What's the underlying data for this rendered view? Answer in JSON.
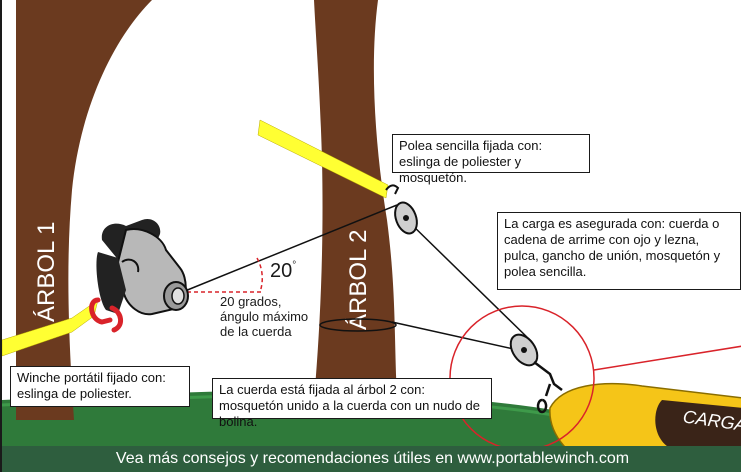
{
  "trees": {
    "tree1_label": "ÁRBOL 1",
    "tree2_label": "ÁRBOL 2"
  },
  "angle": {
    "value_label": "20",
    "degree_symbol": "°",
    "desc_line1": "20 grados,",
    "desc_line2": "ángulo máximo",
    "desc_line3": "de la cuerda"
  },
  "callouts": {
    "pulley": "Polea sencilla fijada con: eslinga de poliester y mosquetón.",
    "load": "La carga es asegurada con: cuerda o cadena de arrime con ojo y lezna, pulca, gancho de unión, mosquetón y polea sencilla.",
    "winch": "Winche portátil fijado con: eslinga de poliester.",
    "rope": "La cuerda está fijada al árbol 2 con: mosquetón unido a la cuerda con un nudo de bolina."
  },
  "load_label": "CARGA",
  "footer": "Vea más consejos y recomendaciones útiles en www.portablewinch.com",
  "colors": {
    "trunk": "#6b3a1f",
    "sling": "#ffff33",
    "ground": "#2f7a3a",
    "footer_bg": "#2e5e3e",
    "load": "#f5c518",
    "winch_body": "#b8b8b8",
    "winch_dark": "#222222",
    "hook_red": "#d9232a",
    "circle_red": "#d9232a"
  }
}
